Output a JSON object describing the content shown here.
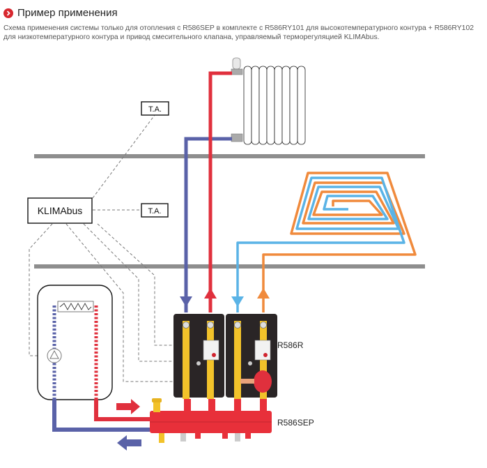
{
  "header": {
    "icon": "chevron-right-circle-icon",
    "title": "Пример применения",
    "description": "Схема применения системы только для отопления с R586SEP в комплекте с R586RY101 для высокотемпературного контура + R586RY102 для низкотемпературного контура и привод смесительного клапана, управляемый терморегуляцией KLIMAbus."
  },
  "diagram": {
    "controller_label": "KLIMAbus",
    "thermostat_labels": [
      "T.A.",
      "T.A."
    ],
    "pump_group_label": "R586R",
    "manifold_label": "R586SEP",
    "colors": {
      "hot": "#e0303d",
      "cold": "#5a62a8",
      "low_temp_supply": "#f08a3c",
      "low_temp_return": "#5ab3e6",
      "floor": "#8e8e8e",
      "brass": "#f2c22a",
      "module_body": "#2a2526",
      "manifold": "#e8303a"
    }
  }
}
